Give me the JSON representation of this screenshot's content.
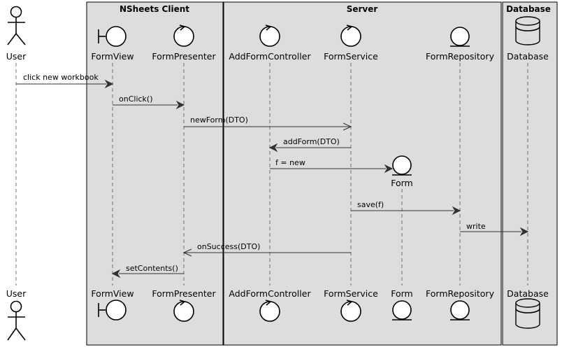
{
  "boxes": [
    {
      "id": "client",
      "title": "NSheets Client"
    },
    {
      "id": "server",
      "title": "Server"
    },
    {
      "id": "database",
      "title": "Database"
    }
  ],
  "participants": [
    {
      "id": "user",
      "label": "User",
      "kind": "actor"
    },
    {
      "id": "formview",
      "label": "FormView",
      "kind": "boundary"
    },
    {
      "id": "formpresenter",
      "label": "FormPresenter",
      "kind": "control"
    },
    {
      "id": "addformcontroller",
      "label": "AddFormController",
      "kind": "control"
    },
    {
      "id": "formservice",
      "label": "FormService",
      "kind": "control"
    },
    {
      "id": "form",
      "label": "Form",
      "kind": "entity"
    },
    {
      "id": "formrepository",
      "label": "FormRepository",
      "kind": "entity"
    },
    {
      "id": "database",
      "label": "Database",
      "kind": "database"
    }
  ],
  "messages": [
    {
      "from": "user",
      "to": "formview",
      "label": "click new workbook",
      "async": false
    },
    {
      "from": "formview",
      "to": "formpresenter",
      "label": "onClick()",
      "async": false
    },
    {
      "from": "formpresenter",
      "to": "formservice",
      "label": "newForm(DTO)",
      "async": true
    },
    {
      "from": "formservice",
      "to": "addformcontroller",
      "label": "addForm(DTO)",
      "async": false
    },
    {
      "from": "addformcontroller",
      "to": "form",
      "label": "f = new",
      "async": false
    },
    {
      "from": "formservice",
      "to": "formrepository",
      "label": "save(f)",
      "async": false
    },
    {
      "from": "formrepository",
      "to": "database",
      "label": "write",
      "async": false
    },
    {
      "from": "formservice",
      "to": "formpresenter",
      "label": "onSuccess(DTO)",
      "async": true
    },
    {
      "from": "formpresenter",
      "to": "formview",
      "label": "setContents()",
      "async": false
    }
  ]
}
